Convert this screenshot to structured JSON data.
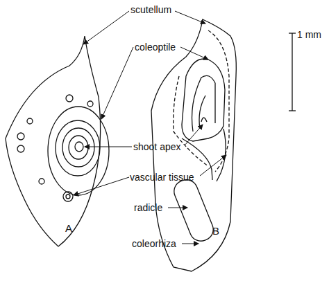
{
  "diagram": {
    "labels": [
      "scutellum",
      "coleoptile",
      "1 mm",
      "shoot apex",
      "vascular tissue",
      "radicle",
      "coleorhiza",
      "A",
      "B"
    ]
  }
}
